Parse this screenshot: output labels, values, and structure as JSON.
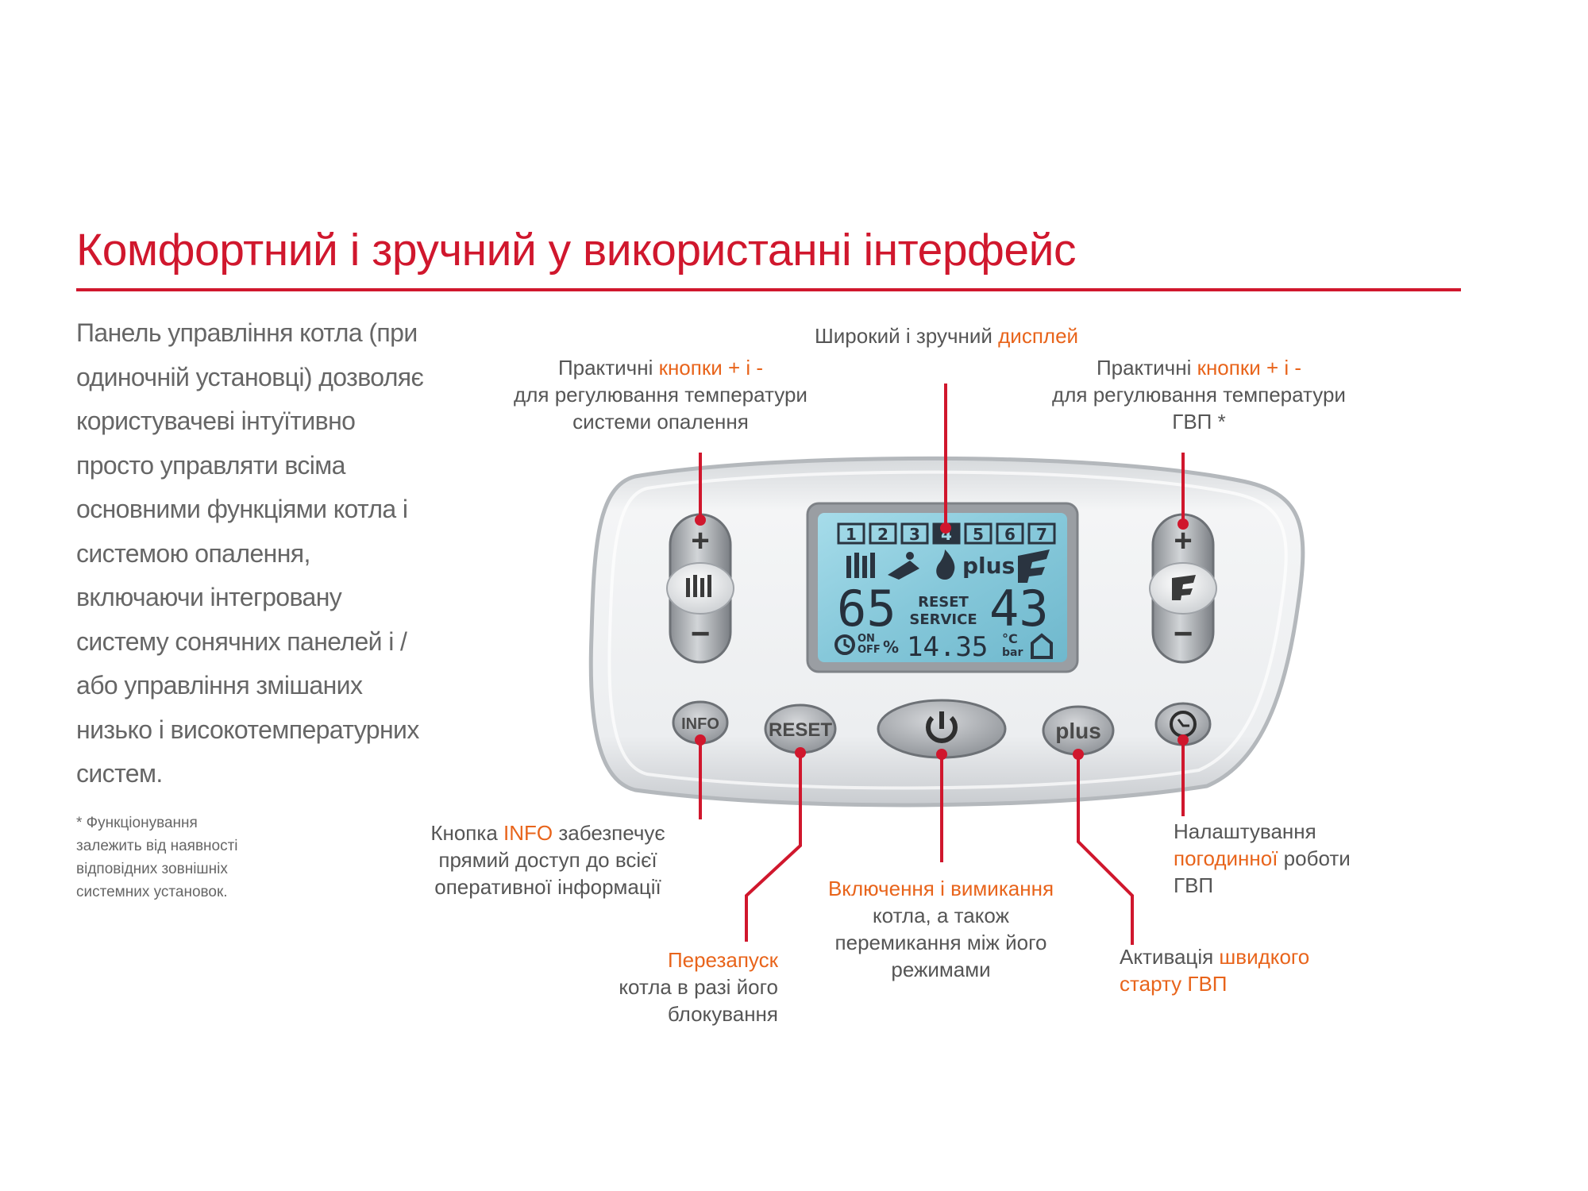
{
  "title": "Комфортний і зручний у використанні інтерфейс",
  "intro_lines": [
    "Панель  управління  котла (при",
    "одиночній  установці) дозволяє",
    "користувачеві інтуїтивно",
    "просто управляти всіма",
    "основними функціями котла і",
    "системою опалення,",
    "включаючи інтегровану",
    "систему сонячних панелей і /",
    "або управління змішаних",
    "низько і   високотемпературних",
    "систем."
  ],
  "footnote_lines": [
    "* Функціонування",
    "залежить від наявності",
    "відповідних зовнішніх",
    "системних установок."
  ],
  "callouts": {
    "display": {
      "prefix": "Широкий і зручний ",
      "highlight": "дисплей"
    },
    "heating_buttons": {
      "line1_prefix": "Практичні ",
      "line1_highlight": "кнопки + і -",
      "line2": "для регулювання температури",
      "line3": "системи опалення"
    },
    "dhw_buttons": {
      "line1_prefix": "Практичні ",
      "line1_highlight": "кнопки + і -",
      "line2": "для регулювання температури",
      "line3": "ГВП *"
    },
    "info": {
      "line1_prefix": "Кнопка ",
      "line1_highlight": "INFO",
      "line1_suffix": " забезпечує",
      "line2": "прямий доступ до всієї",
      "line3": "оперативної інформації"
    },
    "reset": {
      "line1_highlight": "Перезапуск",
      "line2": "котла в разі його",
      "line3": "блокування"
    },
    "power": {
      "line1_highlight": "Включення і вимикання",
      "line2": "котла, а також",
      "line3": "перемикання між його",
      "line4": "режимами"
    },
    "weather": {
      "line1": "Налаштування",
      "line2_highlight": "погодинної",
      "line2_suffix": " роботи",
      "line3": "ГВП"
    },
    "quick_start": {
      "line1_prefix": "Активація ",
      "line1_highlight": "швидкого",
      "line2_highlight": "старту ГВП"
    }
  },
  "panel": {
    "lcd_digit_boxes": [
      "1",
      "2",
      "3",
      "4",
      "5",
      "6",
      "7"
    ],
    "lcd_left_value": "65",
    "lcd_right_value": "43",
    "lcd_reset": "RESET",
    "lcd_service": "SERVICE",
    "lcd_plus": "plus",
    "lcd_on": "ON",
    "lcd_off": "OFF",
    "lcd_percent": "%",
    "lcd_time": "14.35",
    "lcd_unit_c": "°C",
    "lcd_unit_bar": "bar",
    "btn_info": "INFO",
    "btn_reset": "RESET",
    "btn_plus": "plus",
    "plus_sign": "+",
    "minus_sign": "−"
  },
  "colors": {
    "accent_red": "#d0172d",
    "highlight_orange": "#e8641b",
    "lcd_bg": "#8fcfe0",
    "panel_bg": "#eceef0"
  }
}
